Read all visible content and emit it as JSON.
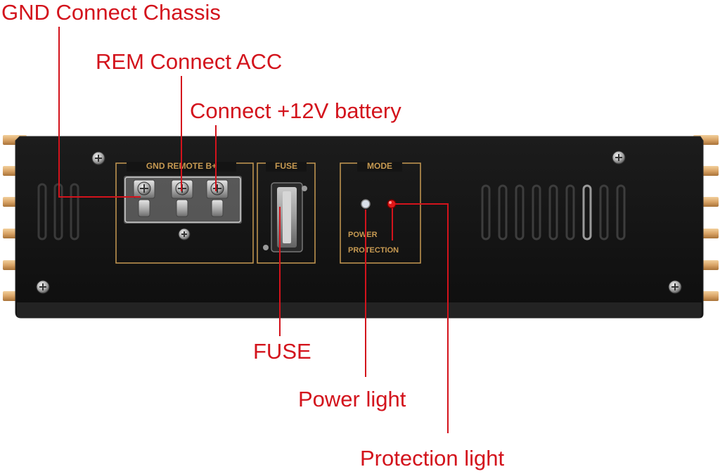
{
  "callouts": {
    "gnd": "GND Connect Chassis",
    "rem": "REM Connect ACC",
    "battery": "Connect +12V battery",
    "fuse": "FUSE",
    "power": "Power light",
    "protection": "Protection light"
  },
  "panel": {
    "terminal_header": "GND REMOTE B+",
    "fuse_header": "FUSE",
    "mode_header": "MODE",
    "power_label": "POWER",
    "protection_label": "PROTECTION"
  },
  "colors": {
    "callout": "#d3131c",
    "panel_body": "#141414",
    "heatsink_fin": "#d9a466",
    "panel_print": "#c79a52",
    "protection_led": "#e01818",
    "power_led": "#d9dfe8"
  },
  "icons": {
    "screws": "phillips-screw-icon",
    "leds": "led-icon"
  }
}
